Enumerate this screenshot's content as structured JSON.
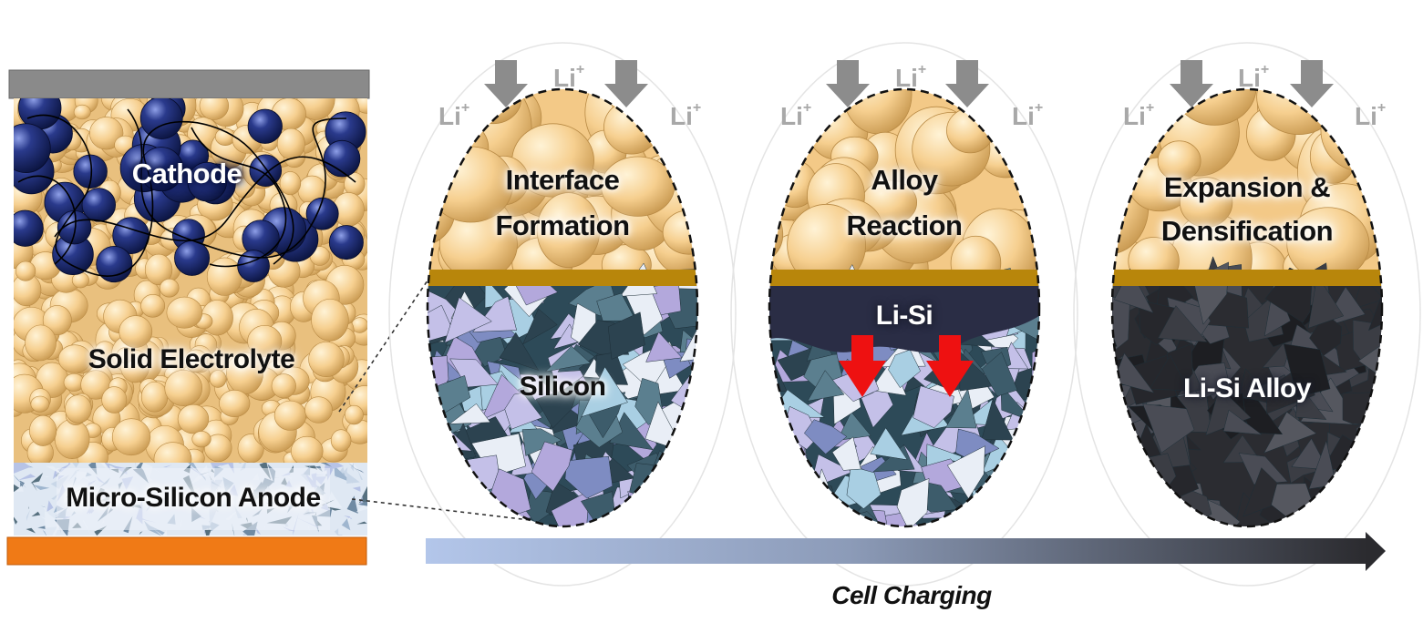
{
  "cell_stack": {
    "cathode_label": "Cathode",
    "electrolyte_label": "Solid Electrolyte",
    "anode_label": "Micro-Silicon Anode"
  },
  "ion_label": "Li",
  "ion_charge": "+",
  "stages": [
    {
      "top_line1": "Interface",
      "top_line2": "Formation",
      "bottom_label": "Silicon",
      "bottom_label_2": ""
    },
    {
      "top_line1": "Alloy",
      "top_line2": "Reaction",
      "bottom_label": "Li-Si",
      "bottom_label_2": ""
    },
    {
      "top_line1": "Expansion &",
      "top_line2": "Densification",
      "bottom_label": "Li-Si Alloy",
      "bottom_label_2": ""
    }
  ],
  "process_arrow_label": "Cell Charging",
  "colors": {
    "electrolyte": "#f6cf8f",
    "cathode_particle": "#1c2a6e",
    "collector_top": "#8a8a8a",
    "collector_bottom": "#f07a16",
    "interface_band": "#b8860b",
    "alloy_dark": "#2b2d33",
    "reaction_arrow": "#ee1111",
    "ion_arrow": "#8c8c8c"
  }
}
